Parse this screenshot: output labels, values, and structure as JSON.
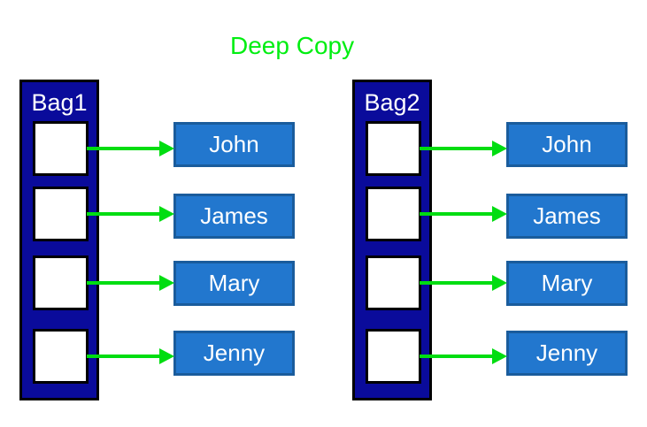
{
  "title": {
    "text": "Deep Copy",
    "color": "#00ee11"
  },
  "colors": {
    "bag_fill": "#0a0b9b",
    "bag_border": "#000000",
    "slot_fill": "#ffffff",
    "name_box_fill": "#2277ce",
    "name_box_border": "#1a5c9c",
    "arrow_green": "#00dd11",
    "label_text": "#ffffff"
  },
  "groups": [
    {
      "bag_label": "Bag1",
      "names": [
        "John",
        "James",
        "Mary",
        "Jenny"
      ]
    },
    {
      "bag_label": "Bag2",
      "names": [
        "John",
        "James",
        "Mary",
        "Jenny"
      ]
    }
  ]
}
